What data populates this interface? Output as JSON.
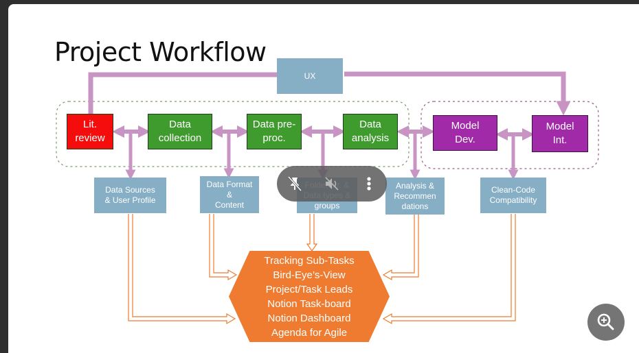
{
  "slide": {
    "title": "Project Workflow",
    "ux_label": "UX",
    "stages": [
      {
        "id": "lit",
        "label": "Lit.\nreview",
        "color": "#f50d0d"
      },
      {
        "id": "collection",
        "label": "Data\ncollection",
        "color": "#3f9b2d"
      },
      {
        "id": "preproc",
        "label": "Data pre-\nproc.",
        "color": "#3f9b2d"
      },
      {
        "id": "analysis",
        "label": "Data\nanalysis",
        "color": "#3f9b2d"
      },
      {
        "id": "modeldev",
        "label": "Model\nDev.",
        "color": "#a12aa8"
      },
      {
        "id": "modelint",
        "label": "Model\nInt.",
        "color": "#a12aa8"
      }
    ],
    "info_boxes": [
      {
        "label": "Data Sources\n& User Profile"
      },
      {
        "label": "Data Format\n&\nContent"
      },
      {
        "label": "Folder str. &\nData types &\ngroups"
      },
      {
        "label": "Analysis &\nRecommen\ndations"
      },
      {
        "label": "Clean-Code\nCompatibility"
      }
    ],
    "hexagon_items": [
      "Tracking Sub-Tasks",
      "Bird-Eye’s-View",
      "Project/Task Leads",
      "Notion Task-board",
      "Notion Dashboard",
      "Agenda for Agile"
    ]
  },
  "colors": {
    "connector": "#c794c4",
    "outline_arrow": "#ee7b2f",
    "hexagon": "#ee7b2f",
    "info_box": "#86aec5"
  },
  "overlay": {
    "media_controls": [
      "pin-off-icon",
      "mute-icon",
      "more-vertical-icon"
    ],
    "zoom": "zoom-in-icon"
  }
}
